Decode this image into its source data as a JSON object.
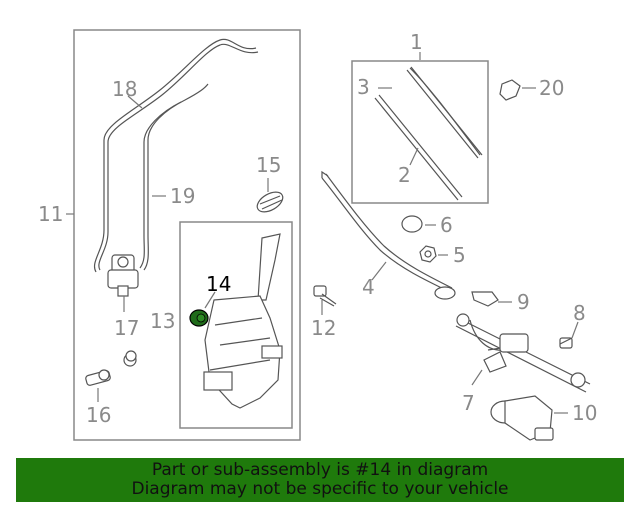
{
  "diagram": {
    "callouts": {
      "c1": "1",
      "c2": "2",
      "c3": "3",
      "c4": "4",
      "c5": "5",
      "c6": "6",
      "c7": "7",
      "c8": "8",
      "c9": "9",
      "c10": "10",
      "c11": "11",
      "c12": "12",
      "c13": "13",
      "c14": "14",
      "c15": "15",
      "c16": "16",
      "c17": "17",
      "c18": "18",
      "c19": "19",
      "c20": "20"
    },
    "highlight_color": "#1f6b1a"
  },
  "banner": {
    "line1": "Part or sub-assembly is #14 in diagram",
    "line2": "Diagram may not be specific to your vehicle",
    "background": "#1f7a0c"
  }
}
